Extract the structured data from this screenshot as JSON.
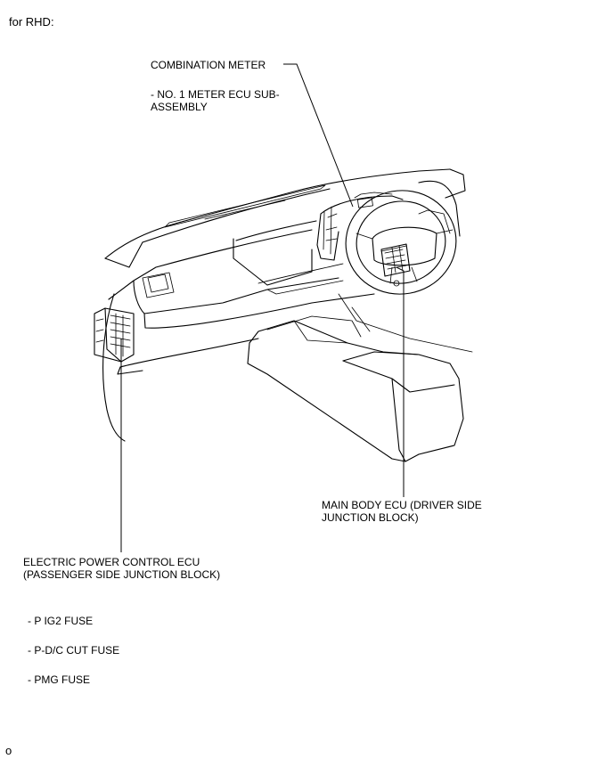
{
  "header": "for RHD:",
  "labels": {
    "combination_meter": {
      "title": "COMBINATION METER",
      "item_line1": "- NO. 1 METER ECU SUB-",
      "item_line2": "ASSEMBLY"
    },
    "main_body_ecu": {
      "line1": "MAIN BODY ECU (DRIVER SIDE",
      "line2": "JUNCTION BLOCK)"
    },
    "electric_power_ecu": {
      "line1": "ELECTRIC POWER CONTROL ECU",
      "line2": "(PASSENGER SIDE JUNCTION BLOCK)",
      "fuses": [
        "- P IG2 FUSE",
        "- P-D/C CUT FUSE",
        "- PMG FUSE"
      ]
    }
  },
  "footer": "o",
  "illustration": "dashboard-rhd-icon"
}
